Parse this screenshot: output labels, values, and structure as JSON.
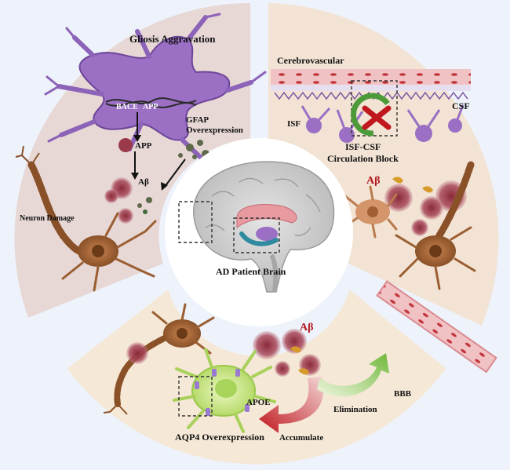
{
  "center": {
    "caption": "AD Patient Brain"
  },
  "gliosis_panel": {
    "title": "Gliosis Aggravation",
    "bace_label": "BACE",
    "app_inner_label": "APP",
    "app_label": "APP",
    "gfap_line1": "GFAP",
    "gfap_line2": "Overexpression",
    "abeta_label": "Aβ",
    "neuron_label": "Neuron Damage"
  },
  "circulation_panel": {
    "vessel_label": "Cerebrovascular",
    "csf_label": "CSF",
    "isf_label": "ISF",
    "block_line1": "ISF-CSF",
    "block_line2": "Circulation Block",
    "abeta_label": "Aβ"
  },
  "clearance_panel": {
    "abeta_label": "Aβ",
    "apoe_label": "APOE",
    "elimination_label": "Elimination",
    "bbb_label": "BBB",
    "accumulate_label": "Accumulate",
    "aqp4_label": "AQP4 Overexpression"
  },
  "colors": {
    "top_left_sector": "#e7d8d6",
    "top_right_sector": "#f2e3d4",
    "bottom_sector": "#f5e8d6",
    "astrocyte": "#9a6fc4",
    "neuron": "#a5683a",
    "abeta": "#b3161e",
    "vessel": "#e7a6a9",
    "accumulate_arrow": "#c0171e",
    "elimination_arrow": "#86c64a"
  }
}
